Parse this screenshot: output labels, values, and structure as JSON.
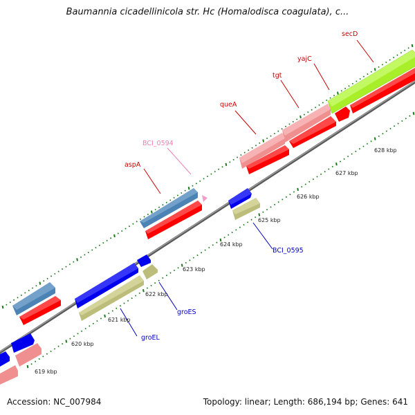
{
  "title": "Baumannia cicadellinicola str. Hc (Homalodisca coagulata), c...",
  "footer": {
    "accession": "Accession: NC_007984",
    "summary": "Topology: linear; Length: 686,194 bp; Genes: 641"
  },
  "colors": {
    "backbone": "#7d7d7d",
    "tick": "#1a7a1a",
    "red_cds": "#ff0000",
    "pink_cds": "#f08f8f",
    "steelblue_cds": "#4b83b5",
    "lime_cds": "#a8ef2a",
    "blue_cds": "#0000ee",
    "khaki_cds": "#bcbd7a",
    "label_red": "#cc0000",
    "label_pink": "#ef7fb0",
    "label_blue": "#0000c8"
  },
  "scale_labels": [
    "619 kbp",
    "620 kbp",
    "621 kbp",
    "622 kbp",
    "623 kbp",
    "624 kbp",
    "625 kbp",
    "626 kbp",
    "627 kbp",
    "628 kbp"
  ],
  "gene_labels": [
    {
      "name": "secD",
      "color": "label_red"
    },
    {
      "name": "yajC",
      "color": "label_red"
    },
    {
      "name": "tgt",
      "color": "label_red"
    },
    {
      "name": "queA",
      "color": "label_red"
    },
    {
      "name": "BCI_0594",
      "color": "label_pink"
    },
    {
      "name": "aspA",
      "color": "label_red"
    },
    {
      "name": "BCI_0595",
      "color": "label_blue"
    },
    {
      "name": "groES",
      "color": "label_blue"
    },
    {
      "name": "groEL",
      "color": "label_blue"
    }
  ]
}
